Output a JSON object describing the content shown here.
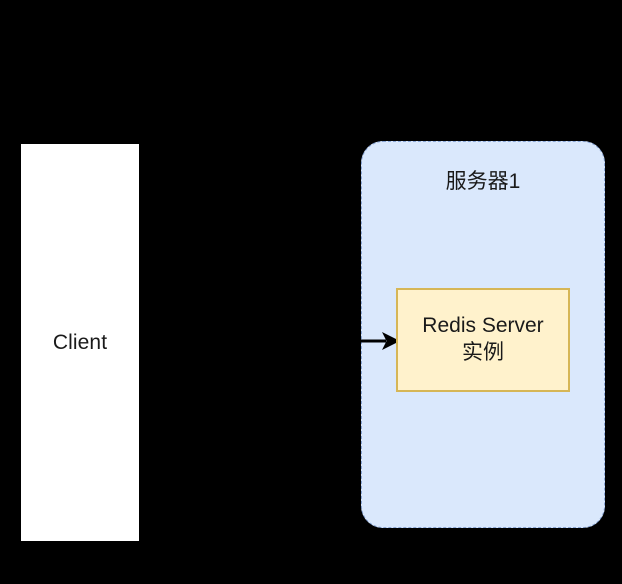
{
  "diagram": {
    "background_color": "#000000",
    "nodes": {
      "client": {
        "label": "Client",
        "fill": "#ffffff",
        "text_color": "#1a1a1a"
      },
      "server_container": {
        "label": "服务器1",
        "fill": "#dae8fc",
        "border_color": "#88a5d6",
        "border_style": "dashed",
        "text_color": "#1a1a1a"
      },
      "redis_instance": {
        "line1": "Redis Server",
        "line2": "实例",
        "fill": "#fff2cc",
        "border_color": "#d6b656",
        "text_color": "#1a1a1a"
      }
    },
    "edges": [
      {
        "name": "client-to-redis",
        "direction": "right",
        "color": "#000000",
        "arrowhead": "filled-triangle"
      }
    ]
  }
}
